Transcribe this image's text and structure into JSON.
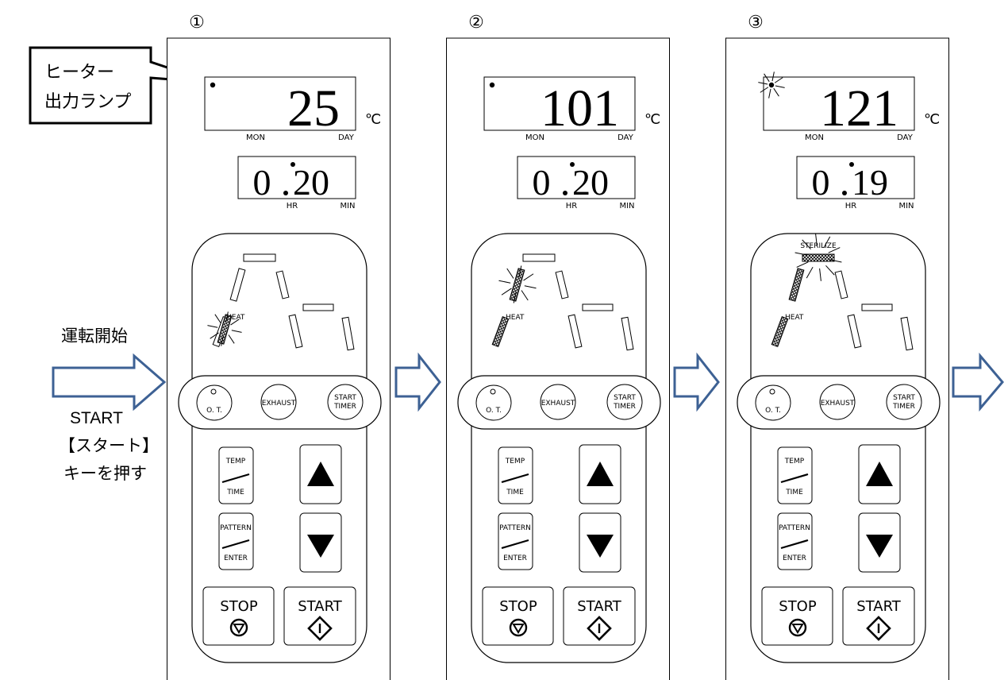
{
  "callout": {
    "line1": "ヒーター",
    "line2": "出力ランプ"
  },
  "start_note": {
    "line1": "運転開始",
    "line2": "START",
    "line3": "【スタート】",
    "line4": "キーを押す"
  },
  "panel_labels": {
    "mon": "MON",
    "day": "DAY",
    "hr": "HR",
    "min": "MIN",
    "heat": "HEAT",
    "sterilize": "STERILIZE",
    "degc": "℃",
    "ot": "O. T.",
    "exhaust": "EXHAUST",
    "start_timer_1": "START",
    "start_timer_2": "TIMER",
    "temp": "TEMP",
    "time": "TIME",
    "pattern": "PATTERN",
    "enter": "ENTER",
    "stop": "STOP",
    "start": "START"
  },
  "panels": [
    {
      "step": "①",
      "temp": "25",
      "time_hr": "0",
      "time_min": "20",
      "heater_lamp": "off",
      "stage": "heat"
    },
    {
      "step": "②",
      "temp": "101",
      "time_hr": "0",
      "time_min": "20",
      "heater_lamp": "off",
      "stage": "heat-rising"
    },
    {
      "step": "③",
      "temp": "121",
      "time_hr": "0",
      "time_min": "19",
      "heater_lamp": "on",
      "stage": "sterilize"
    }
  ],
  "colors": {
    "arrow_stroke": "#3d6194",
    "line": "#000000"
  }
}
